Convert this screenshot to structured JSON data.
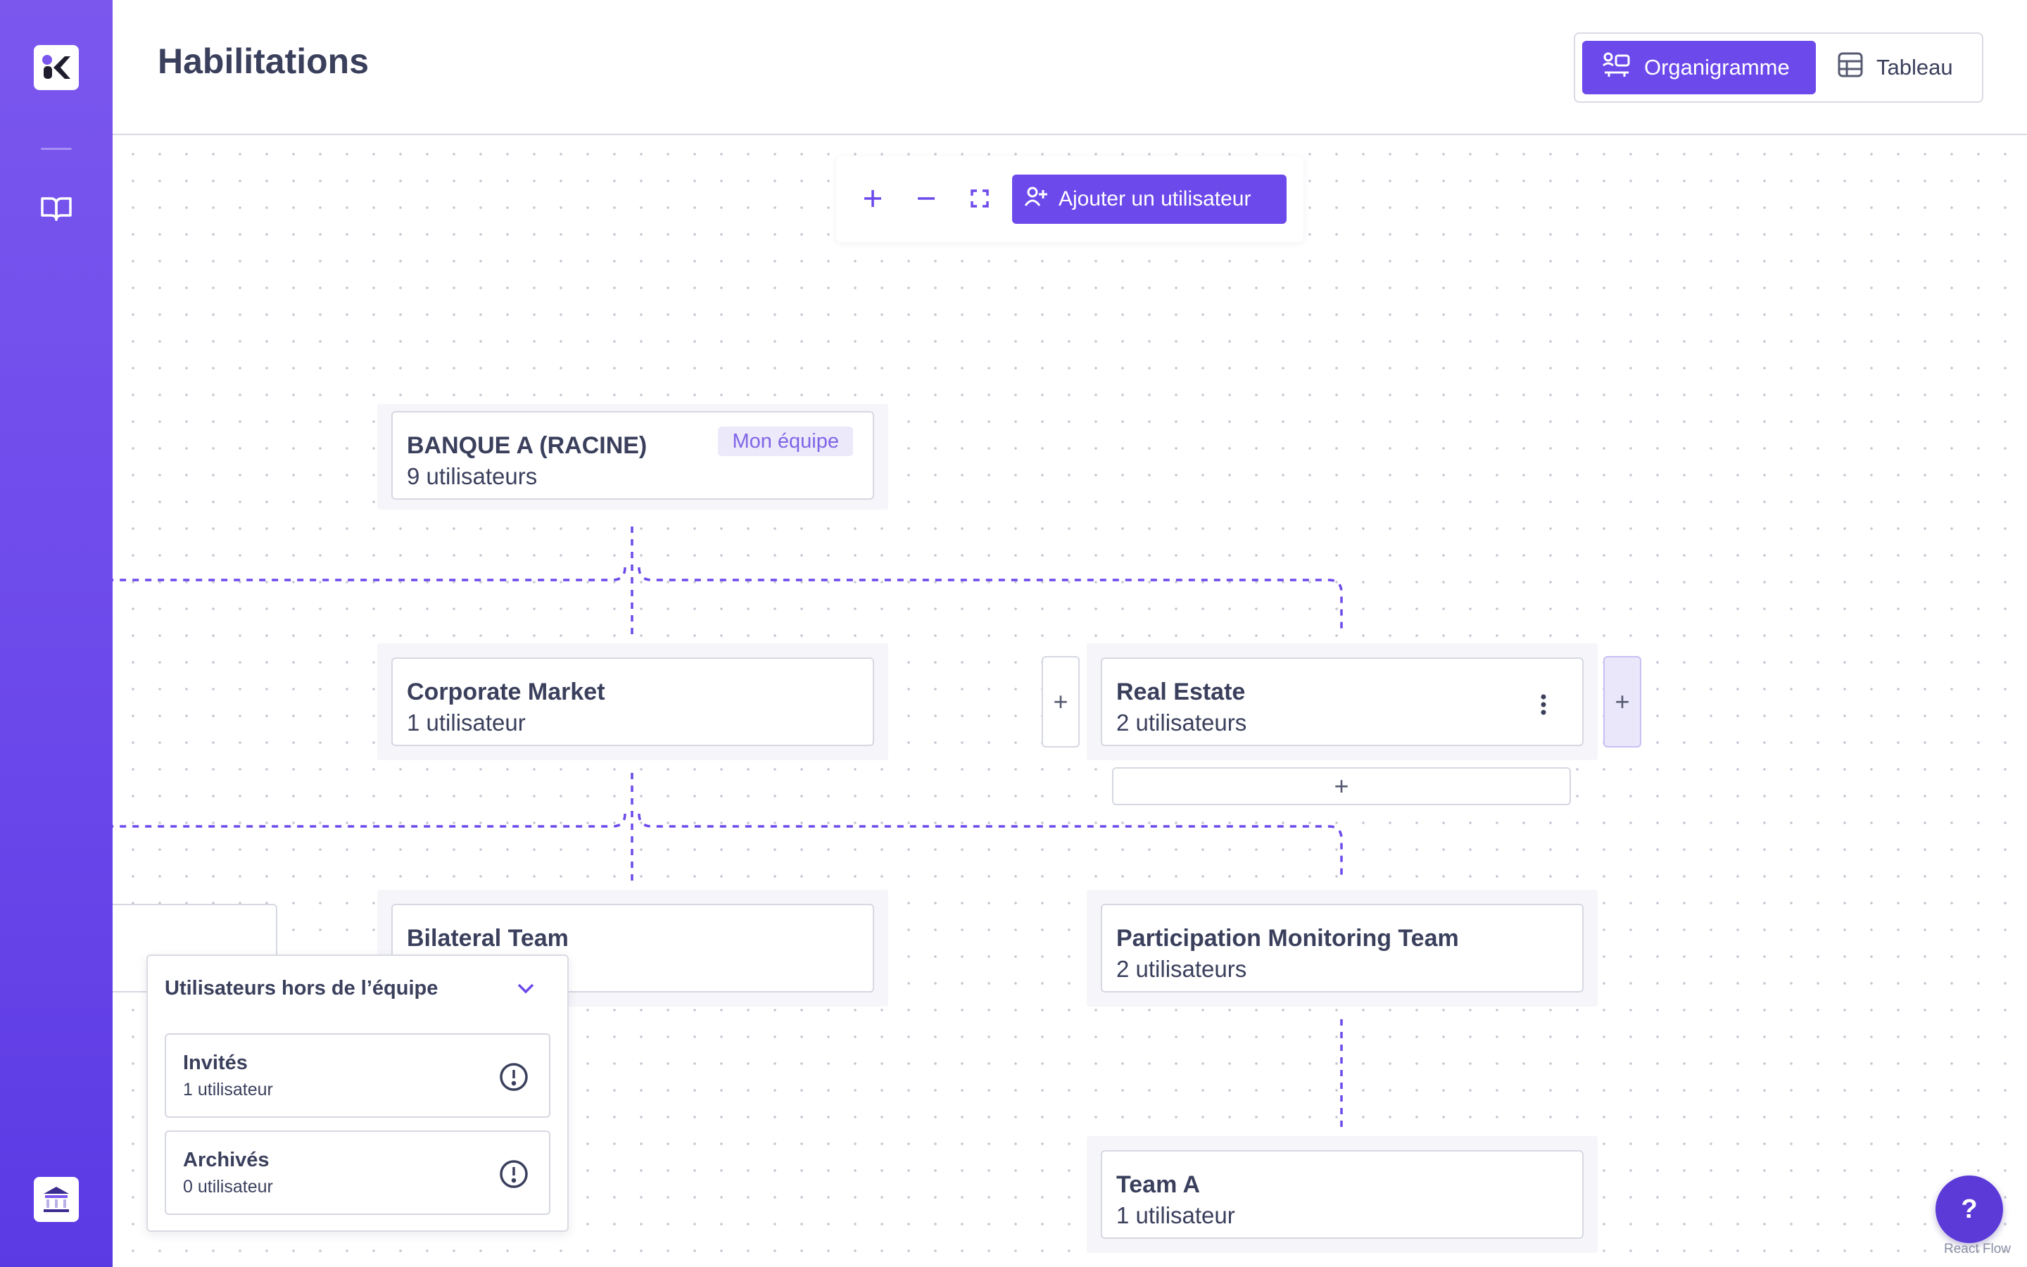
{
  "page": {
    "title": "Habilitations"
  },
  "view_toggle": {
    "org_label": "Organigramme",
    "table_label": "Tableau",
    "active": "org"
  },
  "toolbar": {
    "add_user_label": "Ajouter un utilisateur"
  },
  "nodes": {
    "root": {
      "name": "BANQUE A (RACINE)",
      "count": "9 utilisateurs",
      "badge": "Mon équipe"
    },
    "corporate": {
      "name": "Corporate Market",
      "count": "1 utilisateur"
    },
    "real_estate": {
      "name": "Real Estate",
      "count": "2 utilisateurs"
    },
    "bilateral": {
      "name": "Bilateral Team"
    },
    "participation": {
      "name": "Participation Monitoring Team",
      "count": "2 utilisateurs"
    },
    "team_a": {
      "name": "Team A",
      "count": "1 utilisateur"
    }
  },
  "outside_panel": {
    "title": "Utilisateurs hors de l’équipe",
    "items": [
      {
        "name": "Invités",
        "count": "1 utilisateur"
      },
      {
        "name": "Archivés",
        "count": "0 utilisateur"
      }
    ]
  },
  "help": {
    "label": "?"
  },
  "attribution": "React Flow",
  "colors": {
    "accent": "#6c49eb",
    "sidebar": "#6a47ea",
    "edge": "#6c49eb"
  },
  "icons": [
    "logo-icon",
    "book-icon",
    "bank-icon",
    "org-chart-icon",
    "table-icon",
    "zoom-in-icon",
    "zoom-out-icon",
    "fit-view-icon",
    "add-user-icon",
    "kebab-icon",
    "chevron-down-icon",
    "info-icon"
  ]
}
